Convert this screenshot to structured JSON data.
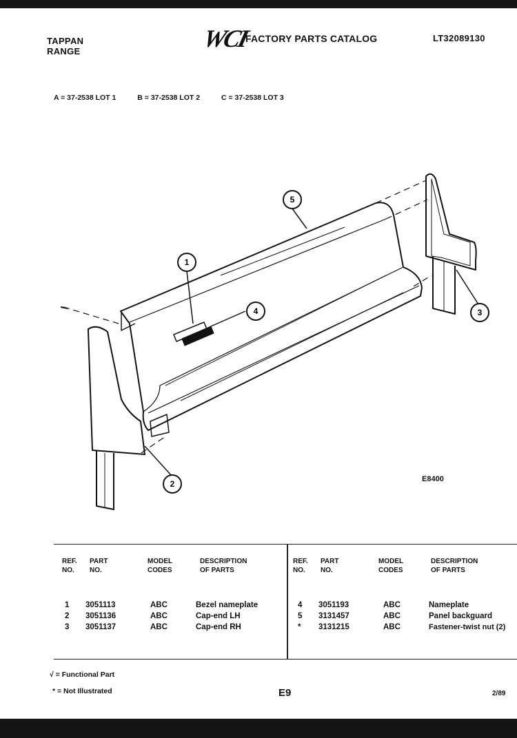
{
  "header": {
    "brand_line1": "TAPPAN",
    "brand_line2": "RANGE",
    "logo": "WCI",
    "catalog_title": "FACTORY PARTS CATALOG",
    "catalog_number": "LT32089130"
  },
  "lots": {
    "a": "A = 37-2538 LOT 1",
    "b": "B = 37-2538 LOT 2",
    "c": "C = 37-2538 LOT 3"
  },
  "diagram": {
    "callouts": [
      "1",
      "2",
      "3",
      "4",
      "5"
    ],
    "drawing_id": "E8400"
  },
  "table": {
    "headers": {
      "ref_1": "REF.",
      "ref_2": "NO.",
      "part_1": "PART",
      "part_2": "NO.",
      "model_1": "MODEL",
      "model_2": "CODES",
      "desc_1": "DESCRIPTION",
      "desc_2": "OF PARTS"
    },
    "left_rows": [
      {
        "ref": "1",
        "part": "3051113",
        "codes": "ABC",
        "desc": "Bezel nameplate"
      },
      {
        "ref": "2",
        "part": "3051136",
        "codes": "ABC",
        "desc": "Cap-end LH"
      },
      {
        "ref": "3",
        "part": "3051137",
        "codes": "ABC",
        "desc": "Cap-end RH"
      }
    ],
    "right_rows": [
      {
        "ref": "4",
        "part": "3051193",
        "codes": "ABC",
        "desc": "Nameplate"
      },
      {
        "ref": "5",
        "part": "3131457",
        "codes": "ABC",
        "desc": "Panel backguard"
      },
      {
        "ref": "*",
        "part": "3131215",
        "codes": "ABC",
        "desc": "Fastener-twist nut (2)"
      }
    ]
  },
  "footer": {
    "functional": "√ = Functional Part",
    "not_illustrated": "* = Not Illustrated",
    "page": "E9",
    "date": "2/89"
  }
}
